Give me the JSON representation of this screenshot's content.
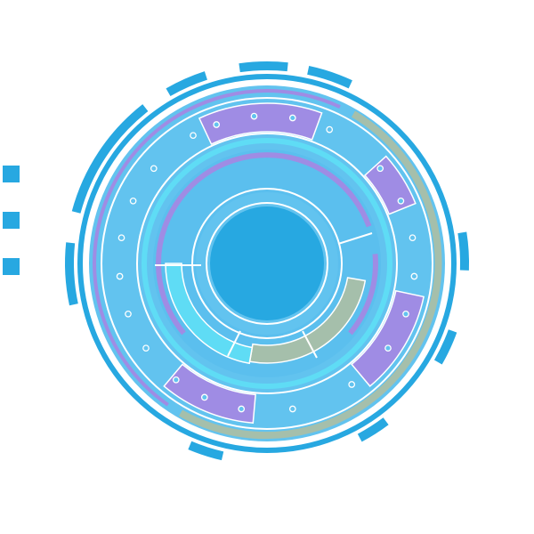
{
  "palette": {
    "blue_dark": "#27a8e1",
    "blue_mid": "#5bbfee",
    "blue_light": "#62c3ef",
    "cyan": "#5fdcf5",
    "purple": "#9f8ce4",
    "sage": "#a5bfab",
    "dot": "#ffffff",
    "background": "#ffffff"
  },
  "icons": {
    "core": "hud-core-circle",
    "dots": "indicator-dots",
    "squares": "side-indicator-squares"
  },
  "indicator_squares": 3,
  "orbit_dots": 22
}
